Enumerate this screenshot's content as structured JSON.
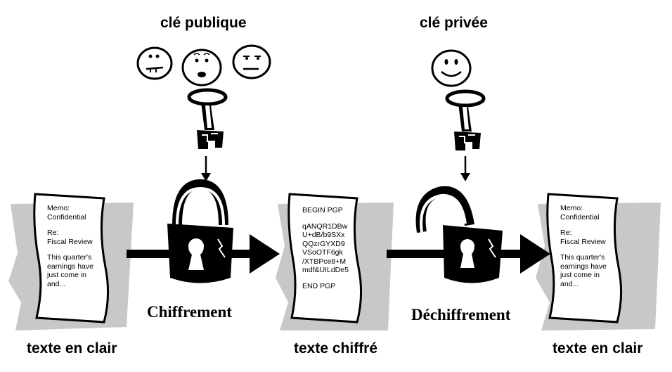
{
  "labels": {
    "public_key": "clé publique",
    "private_key": "clé privée",
    "encryption": "Chiffrement",
    "decryption": "Déchiffrement",
    "plaintext_left": "texte en clair",
    "ciphertext": "texte chiffré",
    "plaintext_right": "texte en clair"
  },
  "plain_doc": {
    "memo": "Memo:",
    "confidential": "Confidential",
    "re": "Re:",
    "subject": "Fiscal Review",
    "body": [
      "This quarter's",
      "earnings have",
      "just come in",
      "and..."
    ]
  },
  "cipher_doc": {
    "begin": "BEGIN PGP",
    "lines": [
      "qANQR1DBw",
      "U+dB/b9SXx",
      "QQzrGYXD9",
      "VSoOTF6gk",
      "/XTBPce8+M",
      "mdf&UILdDe5"
    ],
    "end": "END PGP"
  },
  "colors": {
    "ink": "#000000",
    "shadow": "#c8c8c8",
    "background": "#ffffff"
  },
  "icons": [
    "face-icon",
    "key-icon",
    "padlock-closed-icon",
    "padlock-open-icon",
    "document-icon",
    "arrow-icon"
  ]
}
